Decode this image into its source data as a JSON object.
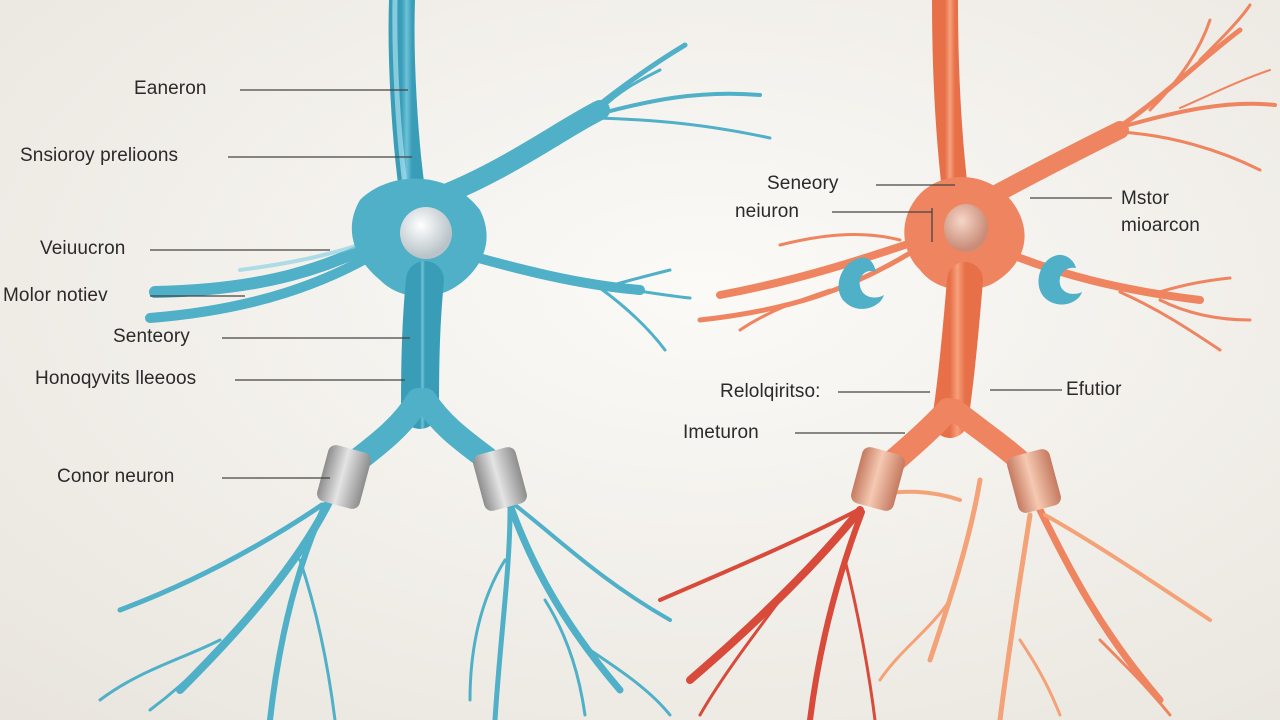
{
  "colors": {
    "background": "#f1eee8",
    "sensory_neuron": "#4fb0c8",
    "sensory_highlight": "#8fd3e3",
    "motor_neuron": "#ef8560",
    "motor_dark": "#d84a3a",
    "motor_light": "#f4a277",
    "myelin_gray": "#b8b8b8",
    "leader_line": "#444444"
  },
  "left_labels": [
    "Eaneron",
    "Snsioroy prelioons",
    "Veiuucron",
    "Molor notiev",
    "Senteory",
    "Honoqyvits lleeoos",
    "Conor neuron"
  ],
  "right_labels": [
    "Seneory",
    "neiuron",
    "Mstor",
    "mioarcon",
    "Relolqiritso:",
    "Efutior",
    "Imeturon"
  ]
}
